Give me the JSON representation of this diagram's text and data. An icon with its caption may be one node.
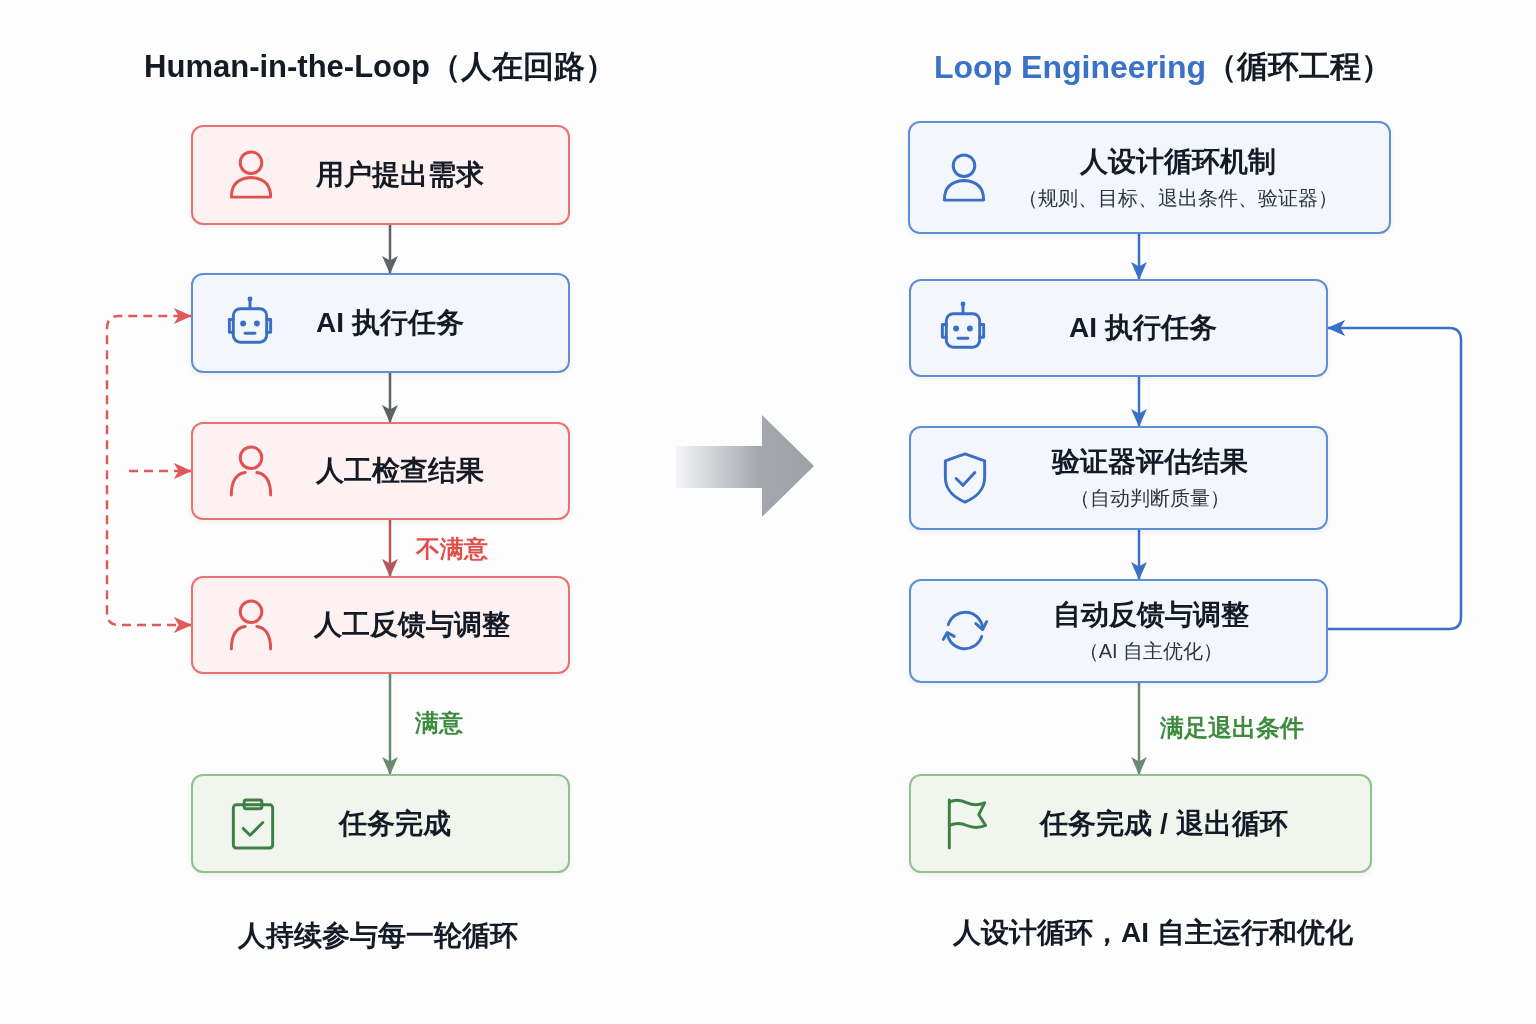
{
  "diagram": {
    "nodes": [
      {
        "text": [
          "用户提出需求"
        ]
      },
      {
        "text": [
          "AI 执行任务"
        ]
      },
      {
        "text": [
          "人工检查结果"
        ]
      },
      {
        "text": [
          "人工反馈与调整"
        ]
      },
      {
        "text": [
          "任务完成"
        ]
      },
      {
        "text": [
          "人设计循环机制",
          "（规则、目标、退出条件、验证器）"
        ]
      },
      {
        "text": [
          "AI 执行任务"
        ]
      },
      {
        "text": [
          "验证器评估结果",
          "（自动判断质量）"
        ]
      },
      {
        "text": [
          "自动反馈与调整",
          "（AI 自主优化）"
        ]
      },
      {
        "text": [
          "任务完成 / 退出循环"
        ]
      }
    ],
    "edges": [
      {
        "from": 0,
        "to": 1,
        "arrow": "to",
        "color": "#5f6368"
      },
      {
        "from": 1,
        "to": 2,
        "arrow": "to",
        "color": "#5f6368"
      },
      {
        "from": 2,
        "to": 3,
        "arrow": "to",
        "label": "不满意",
        "color": "#b4585a"
      },
      {
        "from": 3,
        "to": 4,
        "arrow": "to",
        "label": "满意",
        "color": "#6b8a72"
      },
      {
        "from": 3,
        "to": 1,
        "arrow": "both",
        "style": "dashed",
        "color": "#e05a5a"
      },
      {
        "from": null,
        "to": 2,
        "arrow": "to",
        "style": "dashed",
        "color": "#e05a5a"
      },
      {
        "from": 5,
        "to": 6,
        "arrow": "to"
      },
      {
        "from": 6,
        "to": 7,
        "arrow": "to"
      },
      {
        "from": 7,
        "to": 8,
        "arrow": "to"
      },
      {
        "from": 8,
        "to": 6,
        "arrow": "to"
      },
      {
        "from": 8,
        "to": 9,
        "arrow": "to",
        "label": "满足退出条件",
        "color": "#6b8a72"
      }
    ],
    "labels": [
      "Human-in-the-Loop（人在回路）",
      "Loop Engineering",
      "（循环工程）",
      "人持续参与每一轮循环",
      "人设计循环，AI 自主运行和优化"
    ]
  }
}
